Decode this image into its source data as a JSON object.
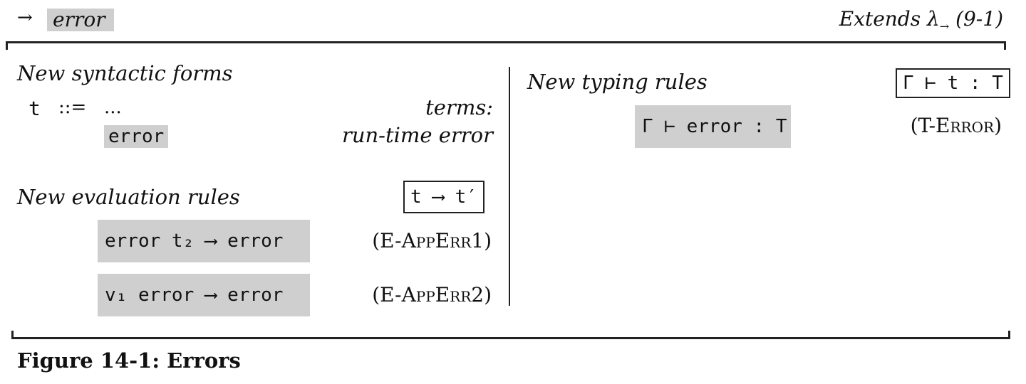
{
  "header": {
    "arrow": "→",
    "tag": "error",
    "extends": "Extends λ",
    "extends_sub": "→",
    "extends_ref": "(9-1)"
  },
  "syntax": {
    "heading": "New syntactic forms",
    "t_symbol": "t",
    "def_symbol": "::=",
    "ellipsis": "...",
    "terms_label": "terms:",
    "error_term": "error",
    "error_desc": "run-time error"
  },
  "evaluation": {
    "heading": "New evaluation rules",
    "judgement": "t ⟶ t′",
    "rules": [
      {
        "formula": "error t₂ ⟶ error",
        "name": "(E-AppErr1)"
      },
      {
        "formula": "v₁ error ⟶ error",
        "name": "(E-AppErr2)"
      }
    ]
  },
  "typing": {
    "heading": "New typing rules",
    "judgement": "Γ ⊢ t : T",
    "rules": [
      {
        "formula": "Γ ⊢ error : T",
        "name": "(T-Error)"
      }
    ]
  },
  "caption": "Figure 14-1: Errors"
}
